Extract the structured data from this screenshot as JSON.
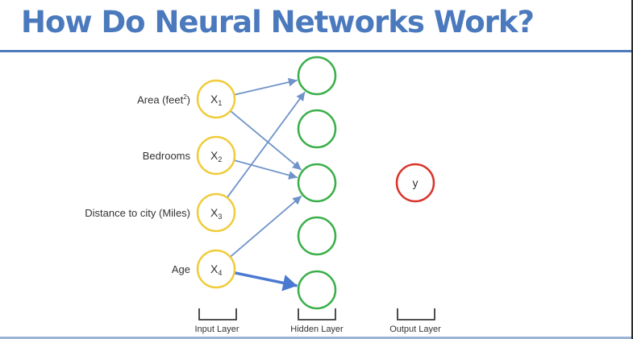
{
  "title": "How Do Neural Networks Work?",
  "features": [
    {
      "label": "Area (feet",
      "sup": "2",
      "label_suffix": ")"
    },
    {
      "label": "Bedrooms"
    },
    {
      "label": "Distance to city (Miles)"
    },
    {
      "label": "Age"
    }
  ],
  "input_nodes": [
    {
      "letter": "X",
      "sub": "1"
    },
    {
      "letter": "X",
      "sub": "2"
    },
    {
      "letter": "X",
      "sub": "3"
    },
    {
      "letter": "X",
      "sub": "4"
    }
  ],
  "hidden_node_count": 5,
  "output_node": {
    "label": "y"
  },
  "layers": {
    "input": "Input Layer",
    "hidden": "Hidden Layer",
    "output": "Output Layer"
  },
  "colors": {
    "title": "#4a79bd",
    "rule": "#4f7bbd",
    "input_node": "#f0cc3c",
    "hidden_node": "#3aaf4a",
    "output_node": "#d9342b",
    "connection": "#6f93c9",
    "connection_highlight": "#4a79d1"
  }
}
